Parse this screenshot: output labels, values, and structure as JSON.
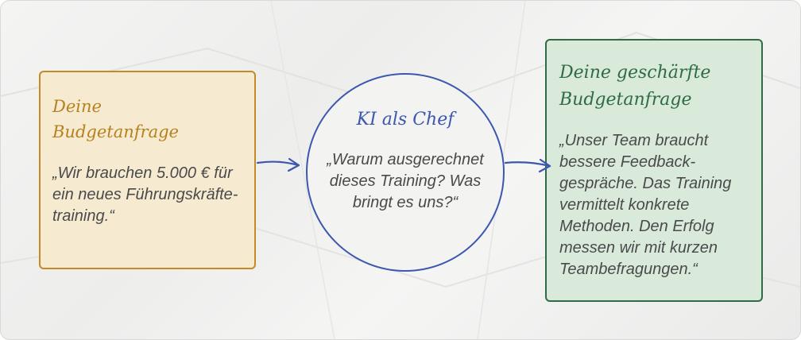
{
  "left_box": {
    "title_line1": "Deine",
    "title_line2": "Budgetanfrage",
    "quote": "„Wir brauchen 5.000 € für ein neues Führungskräfte-training.“"
  },
  "middle_circle": {
    "title": "KI als Chef",
    "quote": "„Warum ausgerechnet dieses Training? Was bringt es uns?“"
  },
  "right_box": {
    "title_line1": "Deine geschärfte",
    "title_line2": "Budgetanfrage",
    "quote": "„Unser Team braucht bessere Feedback-gespräche. Das Training vermittelt konkrete Methoden. Den Erfolg messen wir mit kurzen Teambefragungen.“"
  },
  "colors": {
    "left_accent": "#c48a25",
    "middle_accent": "#3b57b0",
    "right_accent": "#2f6b45"
  }
}
